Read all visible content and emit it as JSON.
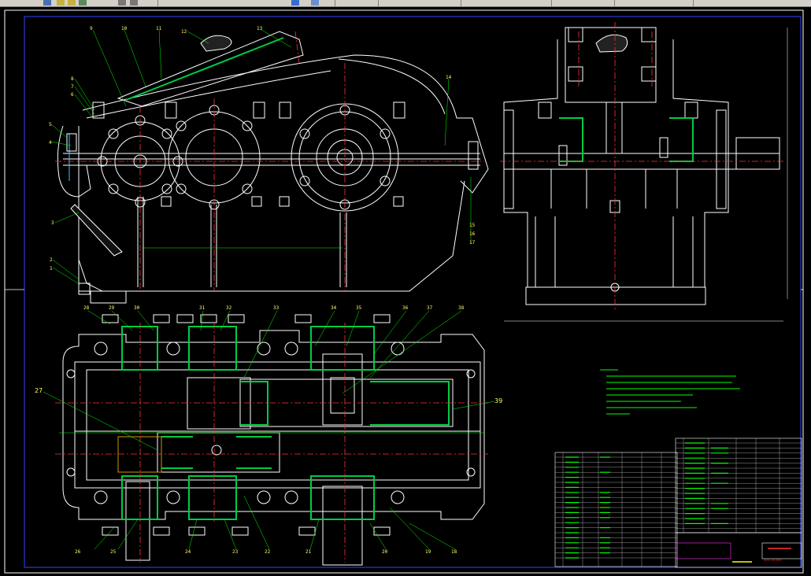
{
  "window": {
    "app": "AutoCAD",
    "view": "gearbox assembly drawing"
  },
  "colors": {
    "background": "#000000",
    "outline": "#ffffff",
    "centerline": "#ff3333",
    "hatch": "#00cc44",
    "leader": "#00ff00",
    "label": "#ffff66",
    "frame": "#3344ff",
    "cyan": "#33ccff"
  },
  "icons": [
    "new-icon",
    "open-icon",
    "save-icon",
    "print-icon",
    "preview-icon",
    "cut-icon",
    "copy-icon",
    "paste-icon",
    "undo-icon",
    "redo-icon"
  ],
  "front_view_labels": [
    "1",
    "2",
    "3",
    "4",
    "5",
    "6",
    "7",
    "8",
    "9",
    "10",
    "11",
    "12",
    "13",
    "14",
    "15",
    "16",
    "17"
  ],
  "plan_view_labels_top": [
    "28",
    "29",
    "30",
    "31",
    "32",
    "33",
    "34",
    "35",
    "36",
    "37",
    "38"
  ],
  "plan_view_labels_bottom": [
    "26",
    "25",
    "24",
    "23",
    "22",
    "21",
    "20",
    "19",
    "18"
  ],
  "plan_view_side_labels": {
    "left": "27",
    "right": "39"
  },
  "title_block_date": "2011-01-000"
}
